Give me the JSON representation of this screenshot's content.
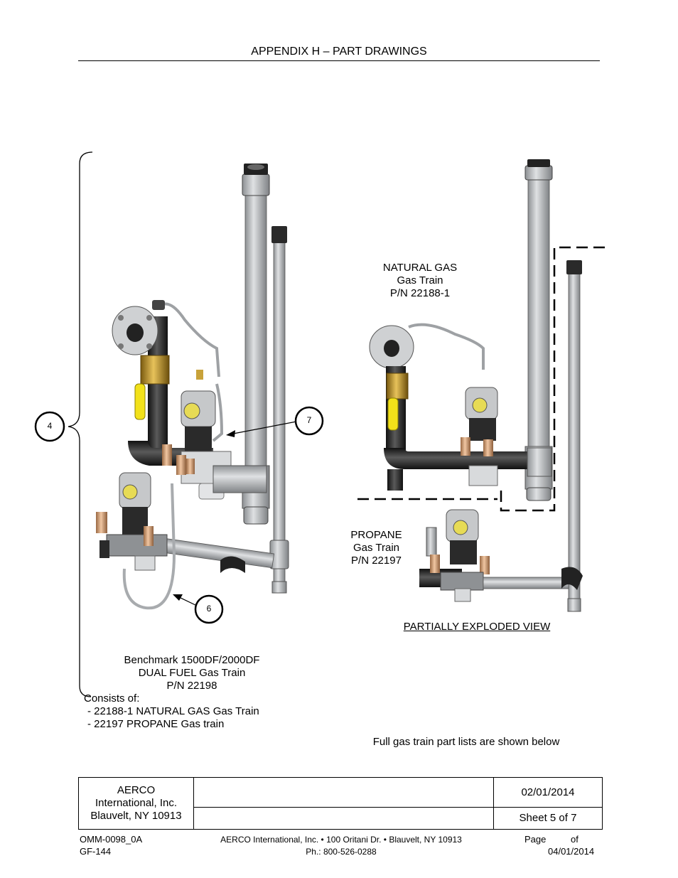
{
  "header": {
    "title": "APPENDIX H – PART DRAWINGS"
  },
  "callouts": {
    "c4": "4",
    "c7": "7",
    "c6": "6"
  },
  "labels": {
    "natural_gas": [
      "NATURAL GAS",
      "Gas Train",
      "P/N 22188-1"
    ],
    "propane": [
      "PROPANE",
      "Gas Train",
      "P/N 22197"
    ],
    "exploded": "PARTIALLY EXPLODED VIEW",
    "benchmark": [
      "Benchmark 1500DF/2000DF",
      "DUAL FUEL Gas Train",
      "P/N 22198"
    ],
    "consists": [
      "Consists of:",
      "- 22188-1 NATURAL GAS Gas Train",
      "- 22197 PROPANE Gas train"
    ],
    "full_lists": "Full gas train part lists are shown below"
  },
  "title_block": {
    "company": [
      "AERCO",
      "International, Inc.",
      "Blauvelt, NY 10913"
    ],
    "date": "02/01/2014",
    "sheet": "Sheet 5 of 7"
  },
  "footer": {
    "doc_id": "OMM-0098_0A",
    "form_id": "GF-144",
    "address": "AERCO International, Inc. • 100 Oritani Dr. •  Blauvelt, NY 10913",
    "phone": "Ph.: 800-526-0288",
    "page_label": "Page",
    "of_label": "of",
    "date": "04/01/2014"
  },
  "colors": {
    "pipe": "#b9bcbf",
    "black_pipe": "#2c2c2c",
    "brass": "#c8a23a",
    "yellow": "#f2e11a",
    "copper": "#d8a27a"
  }
}
